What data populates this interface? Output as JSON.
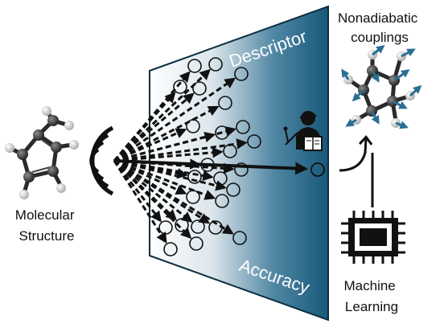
{
  "labels": {
    "molecule": [
      "Molecular",
      "Structure"
    ],
    "descriptor": "Descriptor",
    "accuracy": "Accuracy",
    "nac": [
      "Nonadiabatic",
      "couplings"
    ],
    "ml": [
      "Machine",
      "Learning"
    ]
  },
  "icons": {
    "input_molecule": "molecule-ball-stick-icon",
    "output_molecule": "molecule-with-vectors-icon",
    "expert": "teacher-icon",
    "chip": "cpu-chip-icon",
    "fan": "signal-fan-icon"
  },
  "colors": {
    "panel_dark": "#1a5c7d",
    "panel_light": "#ffffff",
    "vector": "#2a6f93",
    "atom_carbon": "#2f2f2f",
    "atom_hydrogen": "#e9e9e9",
    "stroke": "#111111"
  }
}
